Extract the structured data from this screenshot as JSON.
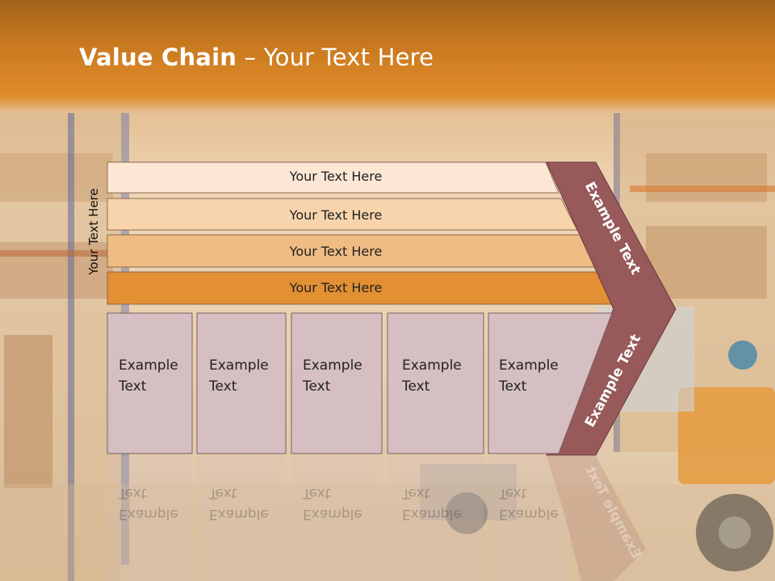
{
  "slide": {
    "title_bold": "Value Chain",
    "title_rest": " – Your Text Here",
    "side_label": "Your Text Here"
  },
  "bands": [
    {
      "label": "Your Text Here",
      "color": "#fbe7d3"
    },
    {
      "label": "Your Text Here",
      "color": "#f8d4ad"
    },
    {
      "label": "Your Text Here",
      "color": "#f0bc84"
    },
    {
      "label": "Your Text Here",
      "color": "#e38f34"
    }
  ],
  "boxes": [
    {
      "line1": "Example",
      "line2": "Text"
    },
    {
      "line1": "Example",
      "line2": "Text"
    },
    {
      "line1": "Example",
      "line2": "Text"
    },
    {
      "line1": "Example",
      "line2": "Text"
    },
    {
      "line1": "Example",
      "line2": "Text"
    }
  ],
  "chevron": {
    "upper_label": "Example Text",
    "lower_label": "Example Text",
    "color": "#97595a"
  },
  "box_color": "#d6bfc2"
}
